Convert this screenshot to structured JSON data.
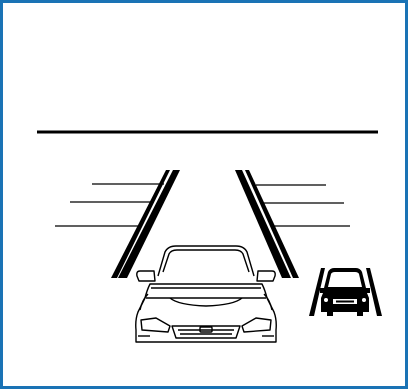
{
  "diagram": {
    "frame_color": "#1a73b5",
    "line_color": "#000000",
    "background": "#ffffff",
    "elements": [
      "horizon-line",
      "left-lane-marking",
      "right-lane-marking",
      "left-speed-lines",
      "right-speed-lines",
      "ego-car-icon",
      "oncoming-vehicle-icon"
    ]
  }
}
